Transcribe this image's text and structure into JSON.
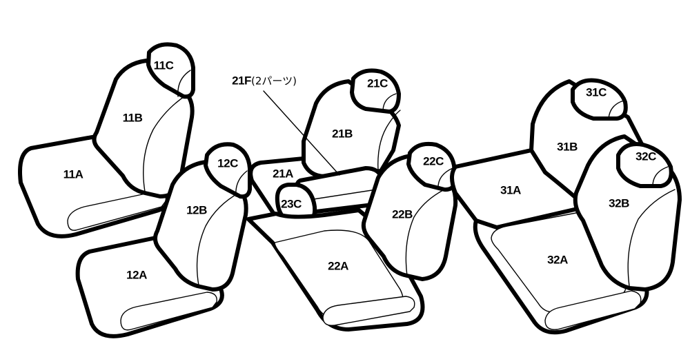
{
  "parts": {
    "p11A": "11A",
    "p11B": "11B",
    "p11C": "11C",
    "p12A": "12A",
    "p12B": "12B",
    "p12C": "12C",
    "p21A": "21A",
    "p21B": "21B",
    "p21C": "21C",
    "p21F": "21F",
    "p21F_note": "(2パーツ)",
    "p22A": "22A",
    "p22B": "22B",
    "p22C": "22C",
    "p23C": "23C",
    "p31A": "31A",
    "p31B": "31B",
    "p31C": "31C",
    "p32A": "32A",
    "p32B": "32B",
    "p32C": "32C"
  },
  "colors": {
    "line": "#000000",
    "fill": "#ffffff"
  }
}
